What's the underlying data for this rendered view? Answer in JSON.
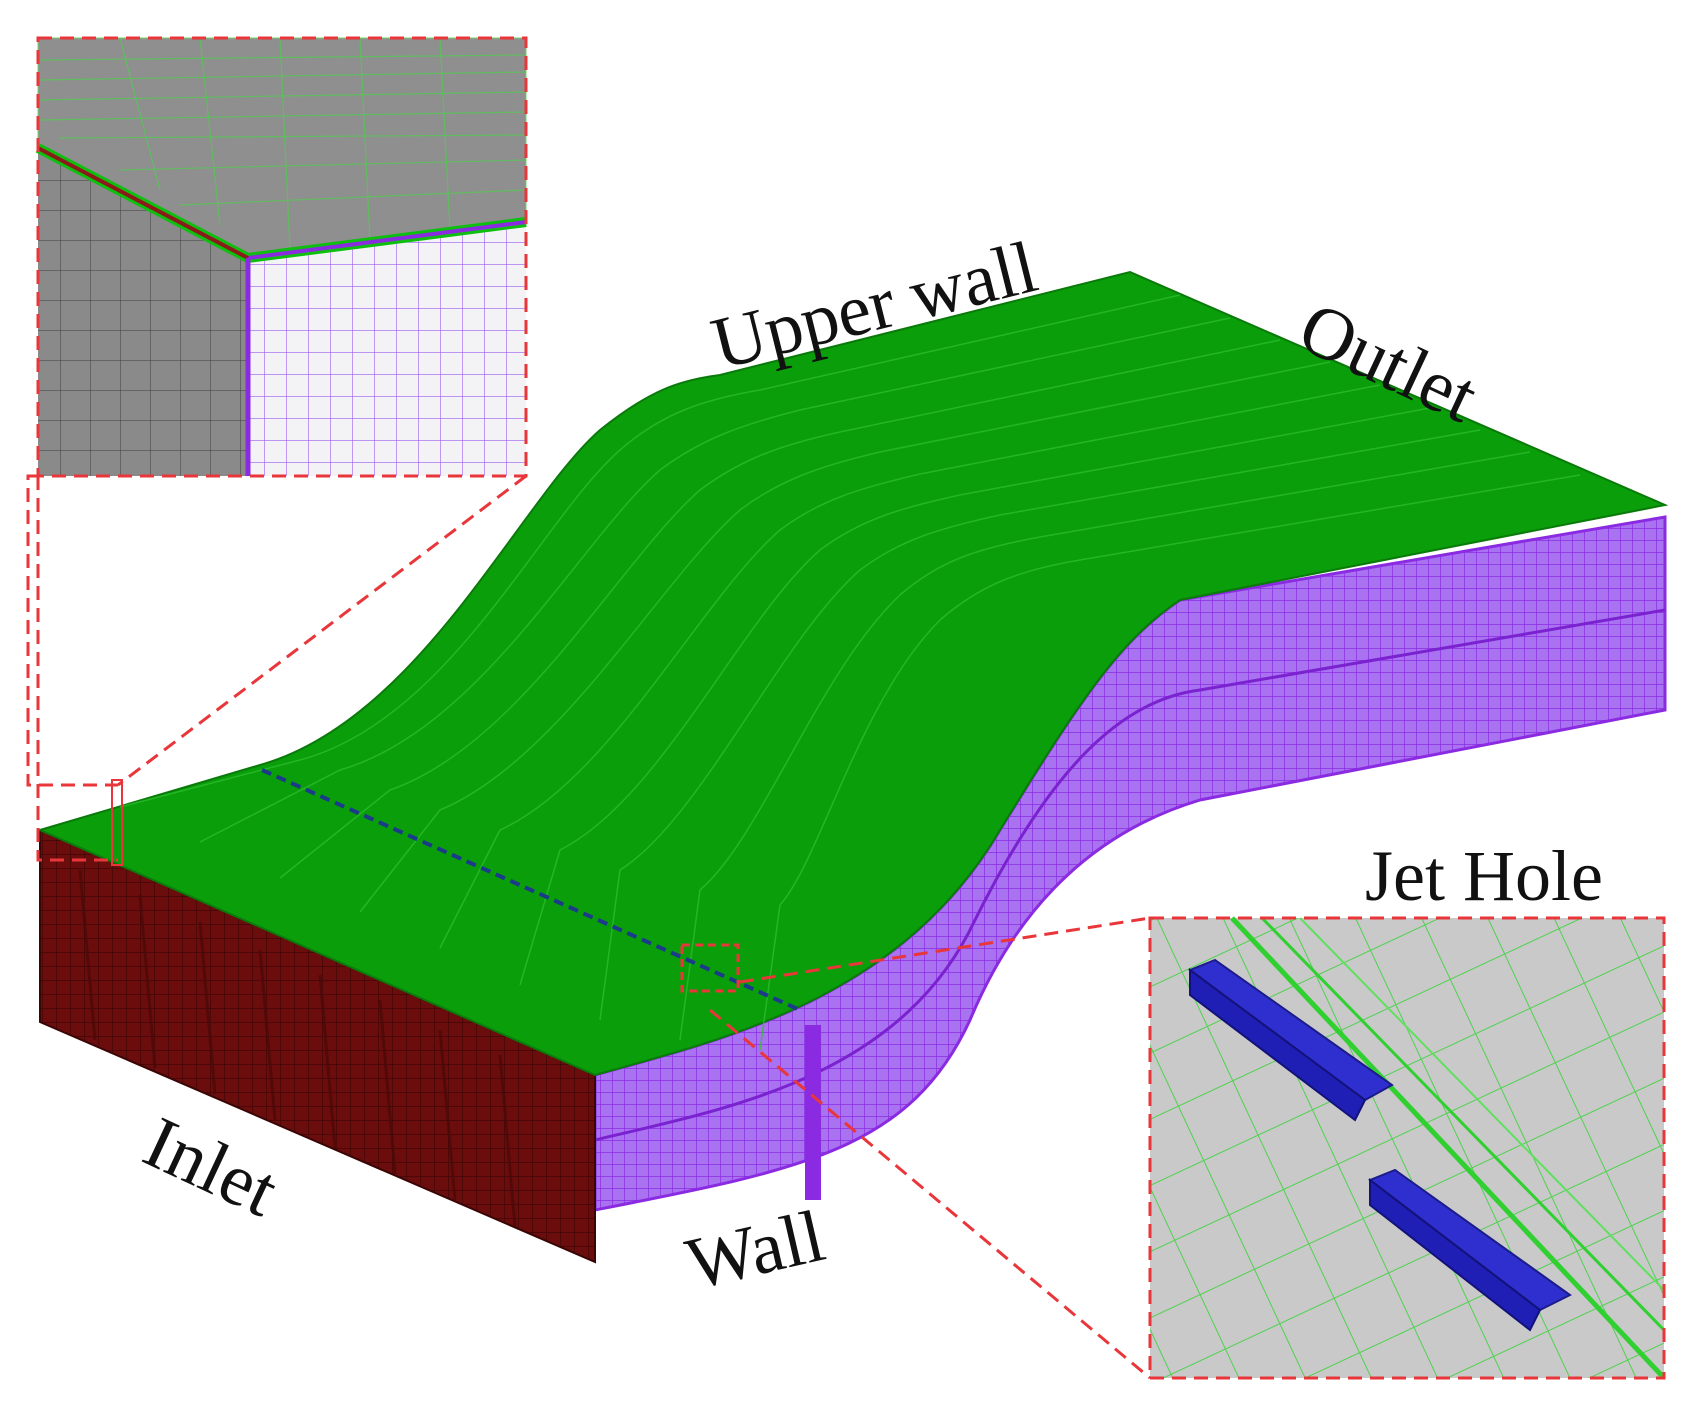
{
  "labels": {
    "upper_wall": "Upper wall",
    "outlet": "Outlet",
    "jet_hole": "Jet Hole",
    "inlet": "Inlet",
    "wall": "Wall"
  },
  "colors": {
    "upper_wall": "#0a9e0a",
    "inlet": "#6b0d0d",
    "wall": "#8a2be2",
    "jet_hole": "#1f1fb5",
    "callout": "#e8363a",
    "inset_background": "#c8c8c8"
  }
}
